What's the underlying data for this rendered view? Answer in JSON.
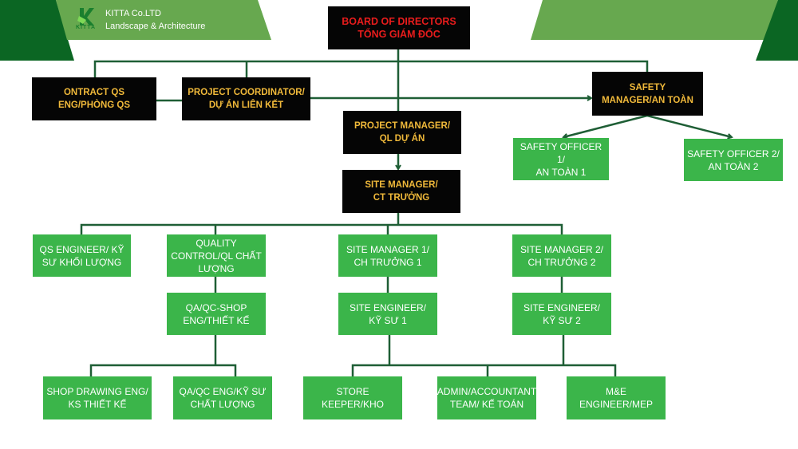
{
  "header": {
    "company": "KITTA Co.LTD",
    "tagline": "Landscape & Architecture",
    "logo_text": "KITTA",
    "colors": {
      "dark_green": "#0b6623",
      "light_green": "#67a84f"
    }
  },
  "colors": {
    "executive_box": "#050505",
    "executive_text": "#f0b93a",
    "top_text": "#e81c1c",
    "staff_box": "#3bb54a",
    "connector": "#1e5e35"
  },
  "nodes": {
    "board": "BOARD OF DIRECTORS\nTỔNG GIÁM ĐỐC",
    "contract_qs": "ONTRACT QS\nENG/PHÒNG QS",
    "project_coordinator": "PROJECT COORDINATOR/\nDỰ ÁN LIÊN KẾT",
    "safety_manager": "SAFETY\nMANAGER/AN TOÀN",
    "project_manager": "PROJECT MANAGER/\nQL DỰ ÁN",
    "site_manager": "SITE MANAGER/\nCT TRƯỞNG",
    "safety_officer_1": "SAFETY OFFICER 1/\nAN TOÀN 1",
    "safety_officer_2": "SAFETY OFFICER 2/\nAN TOÀN 2",
    "qs_engineer": "QS ENGINEER/ KỸ\nSƯ KHỐI LƯỢNG",
    "quality_control": "QUALITY\nCONTROL/QL CHẤT\nLƯỢNG",
    "qa_qc_shop": "QA/QC-SHOP\nENG/THIẾT KẾ",
    "site_manager_1": "SITE MANAGER 1/\nCH TRƯỞNG 1",
    "site_manager_2": "SITE MANAGER 2/\nCH TRƯỞNG 2",
    "site_engineer_1": "SITE ENGINEER/\nKỸ SƯ 1",
    "site_engineer_2": "SITE ENGINEER/\nKỸ SƯ 2",
    "shop_drawing": "SHOP DRAWING ENG/\nKS THIẾT KẾ",
    "qa_qc_eng": "QA/QC ENG/KỸ SƯ\nCHẤT LƯỢNG",
    "store_keeper": "STORE\nKEEPER/KHO",
    "admin_accountant": "ADMIN/ACCOUNTANT\nTEAM/ KẾ TOÁN",
    "me_engineer": "M&E ENGINEER/MEP"
  }
}
